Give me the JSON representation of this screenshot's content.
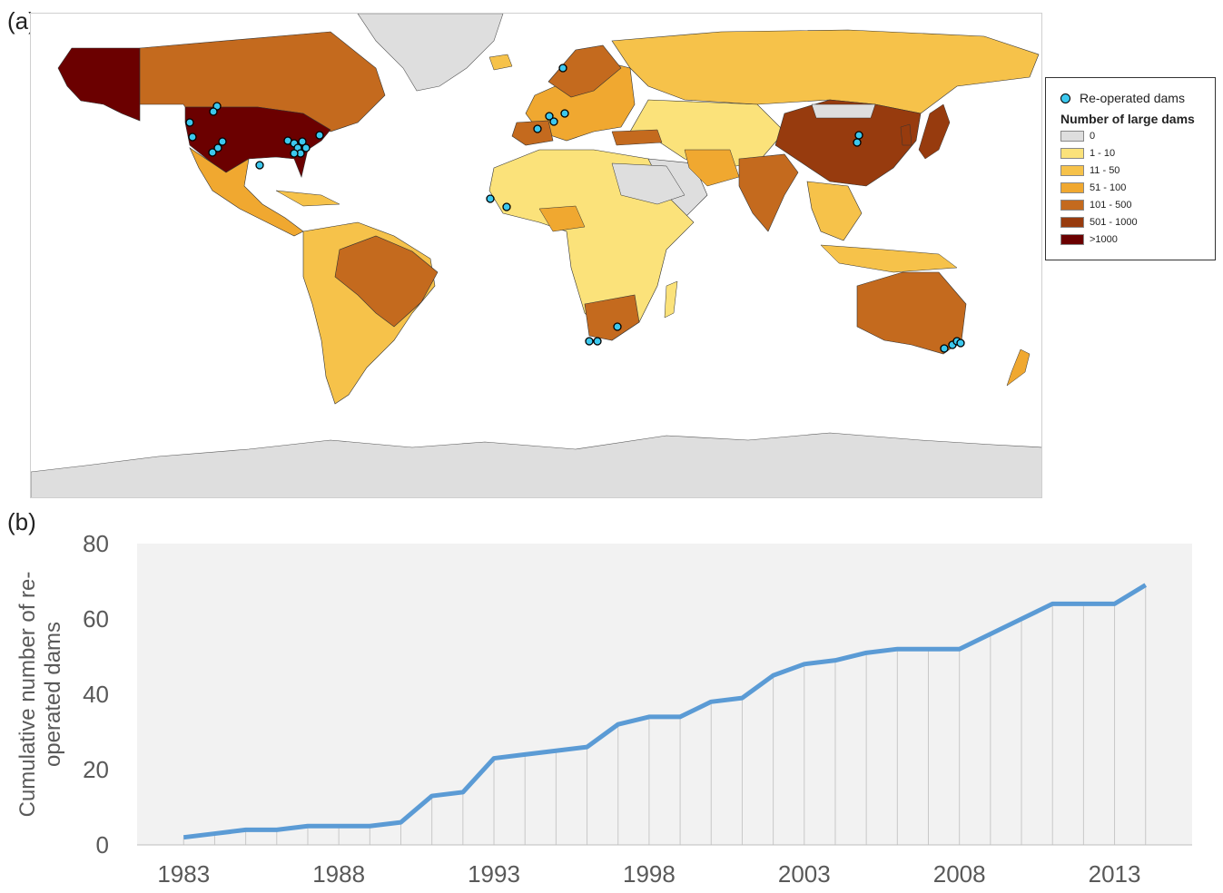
{
  "panel_a_label": "(a)",
  "panel_b_label": "(b)",
  "map": {
    "legend": {
      "dams_label": "Re-operated dams",
      "title": "Number of large dams",
      "dam_color": "#3cc8ee",
      "classes": [
        {
          "label": "0",
          "color": "#dedede"
        },
        {
          "label": "1 - 10",
          "color": "#fbe27a"
        },
        {
          "label": "11 - 50",
          "color": "#f6c24a"
        },
        {
          "label": "51 - 100",
          "color": "#f0a830"
        },
        {
          "label": "101 - 500",
          "color": "#c46a1e"
        },
        {
          "label": "501 - 1000",
          "color": "#973b0e"
        },
        {
          "label": ">1000",
          "color": "#6b0000"
        }
      ]
    }
  },
  "chart_data": {
    "type": "line",
    "ylabel": "Cumulative number of re-operated dams",
    "xlabel": "",
    "ylim": [
      0,
      80
    ],
    "yticks": [
      0,
      20,
      40,
      60,
      80
    ],
    "xticks": [
      1983,
      1988,
      1993,
      1998,
      2003,
      2008,
      2013
    ],
    "grid": "vertical",
    "line_color": "#5b9bd5",
    "background": "#f2f2f2",
    "series": [
      {
        "x": [
          1983,
          1984,
          1985,
          1986,
          1987,
          1988,
          1989,
          1990,
          1991,
          1992,
          1993,
          1994,
          1995,
          1996,
          1997,
          1998,
          1999,
          2000,
          2001,
          2002,
          2003,
          2004,
          2005,
          2006,
          2007,
          2008,
          2009,
          2010,
          2011,
          2012,
          2013,
          2014
        ],
        "values": [
          2,
          3,
          4,
          4,
          5,
          5,
          5,
          6,
          13,
          14,
          23,
          24,
          25,
          26,
          32,
          34,
          34,
          38,
          39,
          45,
          48,
          49,
          51,
          52,
          52,
          52,
          56,
          60,
          64,
          64,
          64,
          69
        ]
      }
    ]
  }
}
